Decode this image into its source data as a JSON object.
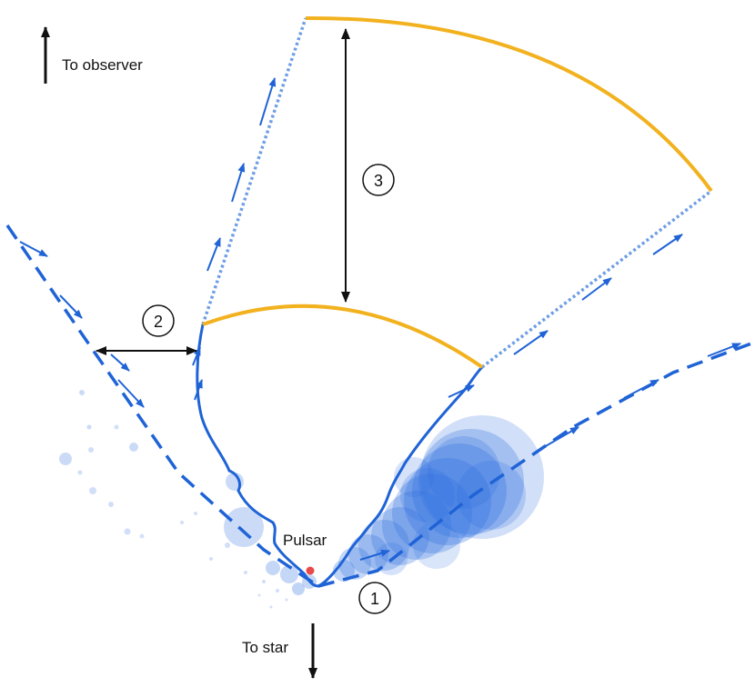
{
  "labels": {
    "to_observer": "To observer",
    "to_star": "To star",
    "pulsar": "Pulsar",
    "region_1": "1",
    "region_2": "2",
    "region_3": "3"
  },
  "colors": {
    "flow": "#1f63d6",
    "flow_light": "#6f9ee6",
    "blob": "#2f6fe0",
    "arc": "#f2b21f",
    "arrow": "#111111",
    "pulsar": "#e84a4a"
  }
}
